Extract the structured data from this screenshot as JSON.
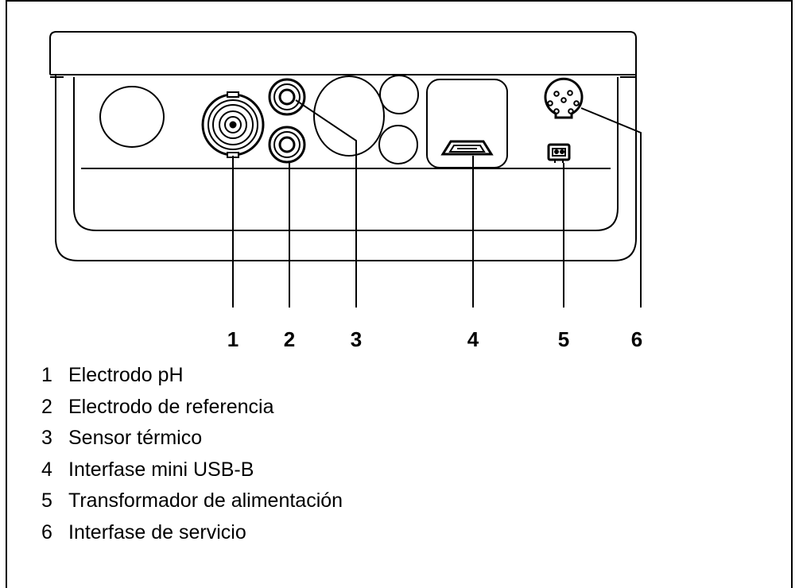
{
  "callouts": [
    "1",
    "2",
    "3",
    "4",
    "5",
    "6"
  ],
  "legend": [
    {
      "number": "1",
      "text": "Electrodo pH"
    },
    {
      "number": "2",
      "text": "Electrodo de referencia"
    },
    {
      "number": "3",
      "text": "Sensor térmico"
    },
    {
      "number": "4",
      "text": "Interfase mini USB-B"
    },
    {
      "number": "5",
      "text": "Transformador de alimentación"
    },
    {
      "number": "6",
      "text": "Interfase de servicio"
    }
  ],
  "colors": {
    "stroke": "#000000",
    "background": "#ffffff"
  }
}
